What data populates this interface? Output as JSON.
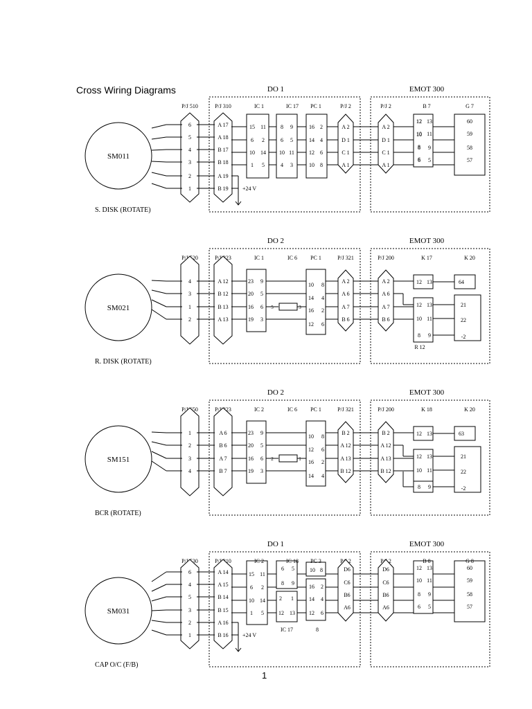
{
  "title": "Cross Wiring Diagrams",
  "page_number": "1",
  "diagrams": [
    {
      "motor": "SM011",
      "caption": "S. DISK (ROTATE)",
      "do_label": "DO 1",
      "emot_label": "EMOT 300",
      "columns": [
        "P/J 510",
        "P/J 310",
        "IC 1",
        "IC 17",
        "PC 1",
        "P/J 2",
        "P/J 2",
        "B 7",
        "G 7"
      ],
      "pj_left_pins": [
        "6",
        "5",
        "4",
        "3",
        "2",
        "1"
      ],
      "pj_mid_pins": [
        "A 17",
        "A 18",
        "B 17",
        "B 18",
        "A 19",
        "B 19"
      ],
      "supply": "+24 V",
      "chips": [
        [
          "15",
          "11",
          "6",
          "2",
          "10",
          "14",
          "1",
          "5"
        ],
        [
          "8",
          "9",
          "6",
          "5",
          "10",
          "11",
          "4",
          "3"
        ],
        [
          "16",
          "2",
          "14",
          "4",
          "12",
          "6",
          "10",
          "8"
        ]
      ],
      "pj_right_pins": [
        "A 2",
        "D 1",
        "C 1",
        "A 1"
      ],
      "emot_pj_pins": [
        "A 2",
        "D 1",
        "C 1",
        "A 1"
      ],
      "relay_pins": [
        "12",
        "13",
        "10",
        "11",
        "8",
        "9",
        "6",
        "5"
      ],
      "out_pins": [
        "60",
        "59",
        "58",
        "57"
      ],
      "extra_labels": []
    },
    {
      "motor": "SM021",
      "caption": "R. DISK (ROTATE)",
      "do_label": "DO 2",
      "emot_label": "EMOT 300",
      "columns": [
        "P/J 520",
        "P/J 323",
        "IC 1",
        "IC 6",
        "PC 1",
        "P/J 321",
        "P/J 200",
        "K 17",
        "K 20"
      ],
      "pj_left_pins": [
        "4",
        "3",
        "1",
        "2"
      ],
      "pj_mid_pins": [
        "A 12",
        "B 12",
        "B 13",
        "A 13"
      ],
      "chip1": [
        "23",
        "9",
        "20",
        "5",
        "16",
        "6",
        "19",
        "3"
      ],
      "ic6": [
        "5",
        "3"
      ],
      "pc": [
        "10",
        "8",
        "14",
        "4",
        "16",
        "2",
        "12",
        "6"
      ],
      "pj_right_pins": [
        "A 2",
        "A 6",
        "A 7",
        "B 6"
      ],
      "emot_pj_pins": [
        "A 2",
        "A 6",
        "A 7",
        "B 6"
      ],
      "relay_top": [
        "12",
        "13"
      ],
      "relay_bot": [
        "12",
        "13",
        "10",
        "11",
        "8",
        "9"
      ],
      "out_top": "64",
      "out_pins": [
        "21",
        "22",
        "-2"
      ],
      "extra_labels": [
        "R 12"
      ]
    },
    {
      "motor": "SM151",
      "caption": "BCR (ROTATE)",
      "do_label": "DO 2",
      "emot_label": "EMOT 300",
      "columns": [
        "P/J 650",
        "P/J 323",
        "IC 2",
        "IC 6",
        "PC 1",
        "P/J 321",
        "P/J 200",
        "K 18",
        "K 20"
      ],
      "pj_left_pins": [
        "1",
        "2",
        "3",
        "4"
      ],
      "pj_mid_pins": [
        "A 6",
        "B 6",
        "A 7",
        "B 7"
      ],
      "chip1": [
        "23",
        "9",
        "20",
        "5",
        "16",
        "6",
        "19",
        "3"
      ],
      "ic6": [
        "2",
        "1"
      ],
      "pc": [
        "10",
        "8",
        "12",
        "6",
        "16",
        "2",
        "14",
        "4"
      ],
      "pj_right_pins": [
        "B 2",
        "A 12",
        "A 13",
        "B 12"
      ],
      "emot_pj_pins": [
        "B 2",
        "A 12",
        "A 13",
        "B 12"
      ],
      "relay_top": [
        "12",
        "13"
      ],
      "relay_bot": [
        "12",
        "13",
        "10",
        "11"
      ],
      "relay_extra": [
        "8",
        "9"
      ],
      "out_top": "63",
      "out_pins": [
        "21",
        "22",
        "-2"
      ],
      "extra_labels": []
    },
    {
      "motor": "SM031",
      "caption": "CAP O/C (F/B)",
      "do_label": "DO 1",
      "emot_label": "EMOT 300",
      "columns": [
        "P/J 530",
        "P/J 310",
        "IC 2",
        "IC 18",
        "PC 3",
        "P/J 2",
        "P/J 2",
        "B 8",
        "G 8"
      ],
      "pj_left_pins": [
        "6",
        "4",
        "5",
        "3",
        "2",
        "1"
      ],
      "pj_mid_pins": [
        "A 14",
        "A 15",
        "B 14",
        "B 15",
        "A 16",
        "B 16"
      ],
      "supply": "+24 V",
      "chip1": [
        "15",
        "11",
        "6",
        "2",
        "10",
        "14",
        "1",
        "5"
      ],
      "ic18": [
        "6",
        "5",
        "8",
        "9"
      ],
      "ic17": [
        "2",
        "1",
        "12",
        "13"
      ],
      "pc3_top": [
        "10",
        "8"
      ],
      "pc3": [
        "16",
        "2",
        "14",
        "4",
        "12",
        "6"
      ],
      "pj_right_pins": [
        "D6",
        "C6",
        "B6",
        "A6"
      ],
      "emot_pj_pins": [
        "D6",
        "C6",
        "B6",
        "A6"
      ],
      "relay_pins": [
        "12",
        "13",
        "10",
        "11",
        "8",
        "9",
        "6",
        "5"
      ],
      "out_pins": [
        "60",
        "59",
        "58",
        "57"
      ],
      "extra_labels": [
        "IC 17",
        "8"
      ]
    }
  ]
}
